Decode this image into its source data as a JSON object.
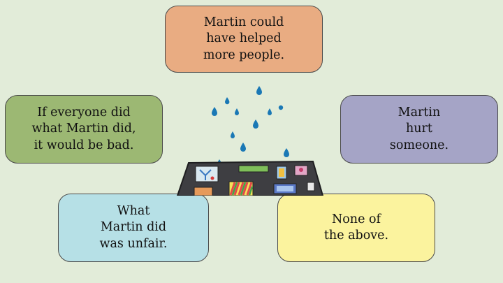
{
  "cards": {
    "top": {
      "text": "Martin could\nhave helped\nmore people.",
      "color": "#e9ac82"
    },
    "left": {
      "text": "If everyone did\nwhat Martin did,\nit would be bad.",
      "color": "#9cb873"
    },
    "right": {
      "text": "Martin\nhurt\nsomeone.",
      "color": "#a5a4c6"
    },
    "bottom_left": {
      "text": "What\nMartin  did\nwas unfair.",
      "color": "#b6e0e6"
    },
    "bottom_right": {
      "text": "None of\nthe above.",
      "color": "#fbf39e"
    }
  },
  "illustration": {
    "icons": [
      "raindrop-icon",
      "art-table-icon"
    ],
    "colors": {
      "drop": "#1a78b5",
      "table": "#3e3e42"
    }
  }
}
